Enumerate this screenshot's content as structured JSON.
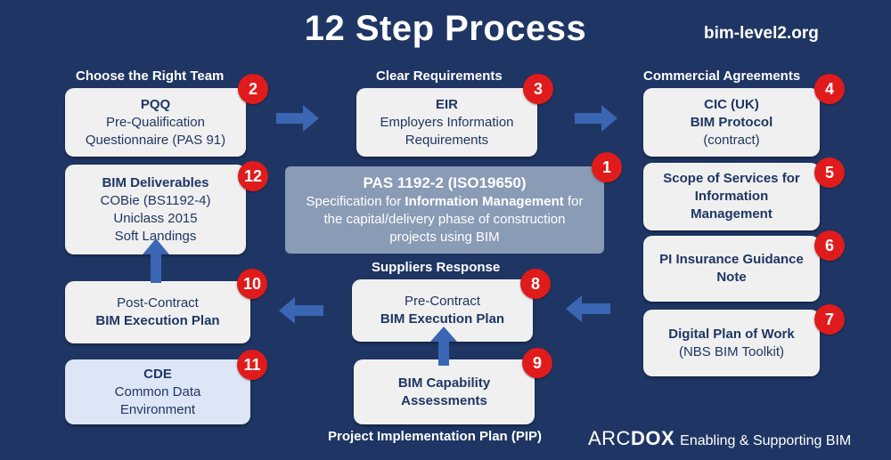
{
  "title": "12 Step Process",
  "site": "bim-level2.org",
  "sections": {
    "team": "Choose the Right Team",
    "requirements": "Clear Requirements",
    "commercial": "Commercial Agreements",
    "suppliers": "Suppliers Response",
    "pip": "Project Implementation Plan (PIP)"
  },
  "steps": {
    "s1": {
      "num": "1",
      "title": "PAS 1192-2 (ISO19650)",
      "pre": "Specification for ",
      "bold": "Information Management",
      "post": " for",
      "line2": "the capital/delivery phase of construction",
      "line3": "projects using BIM"
    },
    "s2": {
      "num": "2",
      "l1": "PQQ",
      "l2": "Pre-Qualification",
      "l3": "Questionnaire (PAS 91)"
    },
    "s3": {
      "num": "3",
      "l1": "EIR",
      "l2": "Employers Information",
      "l3": "Requirements"
    },
    "s4": {
      "num": "4",
      "l1": "CIC (UK)",
      "l2": "BIM Protocol",
      "l3": "(contract)"
    },
    "s5": {
      "num": "5",
      "l1": "Scope of Services for",
      "l2": "Information",
      "l3": "Management"
    },
    "s6": {
      "num": "6",
      "l1": "PI Insurance Guidance",
      "l2": "Note"
    },
    "s7": {
      "num": "7",
      "l1": "Digital Plan of Work",
      "l2": "(NBS BIM Toolkit)"
    },
    "s8": {
      "num": "8",
      "l1": "Pre-Contract",
      "l2": "BIM Execution Plan"
    },
    "s9": {
      "num": "9",
      "l1": "BIM Capability",
      "l2": "Assessments"
    },
    "s10": {
      "num": "10",
      "l1": "Post-Contract",
      "l2": "BIM Execution Plan"
    },
    "s11": {
      "num": "11",
      "l1": "CDE",
      "l2": "Common Data",
      "l3": "Environment"
    },
    "s12": {
      "num": "12",
      "l1": "BIM Deliverables",
      "l2": "COBie (BS1192-4)",
      "l3": "Uniclass 2015",
      "l4": "Soft Landings"
    }
  },
  "brand": {
    "arc": "ARC",
    "dox": "DOX",
    "tagline": "Enabling & Supporting BIM"
  },
  "colors": {
    "background": "#1f3664",
    "card": "#f0f0f0",
    "card_light": "#dde6f6",
    "center_card": "#8a9bb6",
    "badge": "#e01b1b",
    "arrow": "#3a66b3"
  }
}
